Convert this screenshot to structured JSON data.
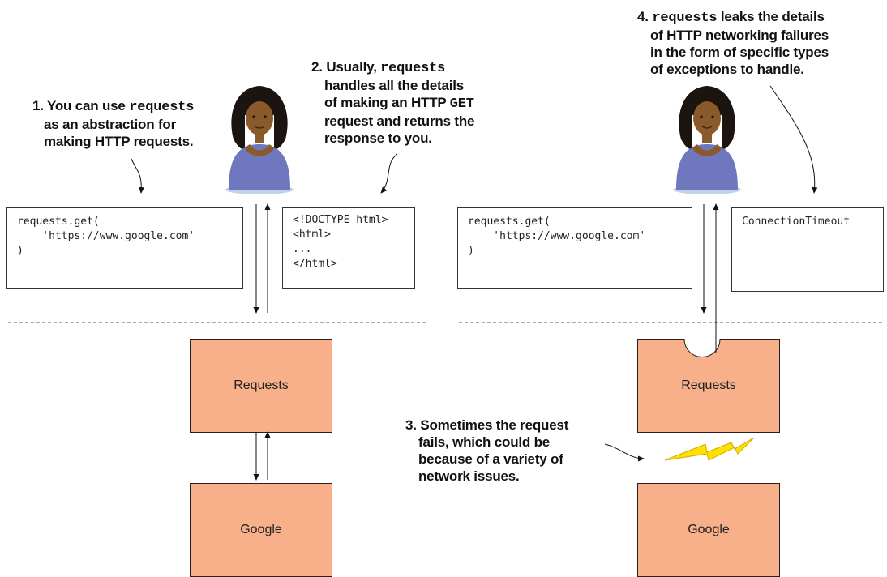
{
  "left_panel": {
    "callout_1": {
      "number": "1.",
      "line1_pre": "You can use ",
      "line1_code": "requests",
      "line2": "as an abstraction for",
      "line3": "making HTTP requests."
    },
    "callout_2": {
      "number": "2.",
      "line1_pre": "Usually, ",
      "line1_code": "requests",
      "line2": "handles all the details",
      "line3": "of making an HTTP ",
      "line3_code": "GET",
      "line4": "request and returns the",
      "line5": "response to you."
    },
    "request_code": [
      "requests.get(",
      "    'https://www.google.com'",
      ")"
    ],
    "response_code": [
      "<!DOCTYPE html>",
      "<html>",
      "...",
      "</html>"
    ],
    "requests_label": "Requests",
    "google_label": "Google"
  },
  "right_panel": {
    "callout_3": {
      "number": "3.",
      "line1": "Sometimes the request",
      "line2": "fails, which could be",
      "line3": "because of a variety of",
      "line4": "network issues."
    },
    "callout_4": {
      "number": "4.",
      "line1_code": "requests",
      "line1_post": " leaks the details",
      "line2": "of HTTP networking failures",
      "line3": "in the form of specific types",
      "line4": "of exceptions to handle."
    },
    "request_code": [
      "requests.get(",
      "    'https://www.google.com'",
      ")"
    ],
    "exception_code": [
      "ConnectionTimeout"
    ],
    "requests_label": "Requests",
    "google_label": "Google"
  },
  "colors": {
    "block_fill": "#f8b08a",
    "lightning_fill": "#ffe100",
    "person_shirt": "#6f78bf",
    "person_skin": "#8a5a2b"
  },
  "icons": [
    "person-icon",
    "lightning-bolt-icon",
    "arrow-up-icon",
    "arrow-down-icon"
  ]
}
